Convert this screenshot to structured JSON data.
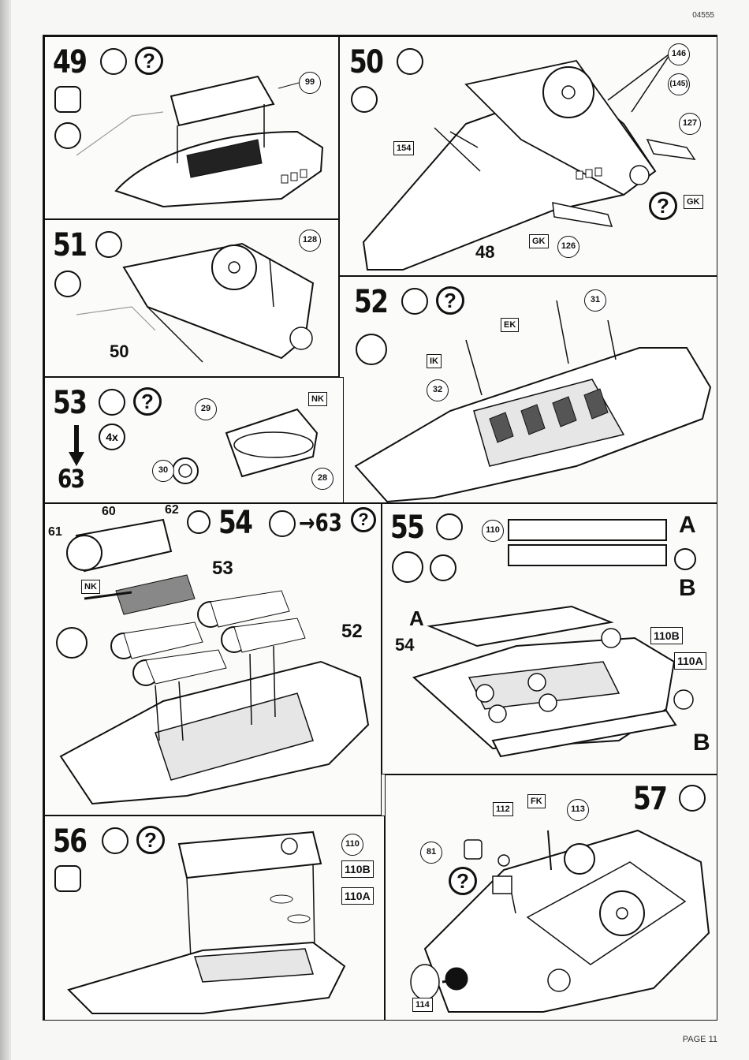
{
  "header": {
    "code": "04555"
  },
  "footer": {
    "page": "PAGE 11"
  },
  "steps": {
    "s49": {
      "num": "49",
      "q": "?",
      "c99": "99"
    },
    "s50": {
      "num": "50",
      "c146": "146",
      "c145": "(145)",
      "c127": "127",
      "b154": "154",
      "l48": "48",
      "gk1": "GK",
      "gk2": "GK",
      "c126": "126",
      "q": "?"
    },
    "s51": {
      "num": "51",
      "c128": "128",
      "l50": "50"
    },
    "s52": {
      "num": "52",
      "q": "?",
      "c31": "31",
      "ek": "EK",
      "ik": "IK",
      "c32": "32"
    },
    "s53": {
      "num": "53",
      "q": "?",
      "x4": "4x",
      "arrow_to": "63",
      "c29": "29",
      "nk": "NK",
      "c30": "30",
      "c28": "28"
    },
    "s54": {
      "num": "54",
      "arrow_to": "→63",
      "q": "?",
      "l60": "60",
      "l62": "62",
      "l61": "61",
      "nk": "NK",
      "l53": "53",
      "l52": "52"
    },
    "s55": {
      "num": "55",
      "c110": "110",
      "A1": "A",
      "B1": "B",
      "A2": "A",
      "l54": "54",
      "b110B": "110B",
      "b110A": "110A",
      "B2": "B"
    },
    "s56": {
      "num": "56",
      "q": "?",
      "c110": "110",
      "b110B": "110B",
      "b110A": "110A"
    },
    "s57": {
      "num": "57",
      "b112": "112",
      "fk": "FK",
      "c113": "113",
      "c81": "81",
      "q": "?",
      "b114": "114"
    }
  }
}
